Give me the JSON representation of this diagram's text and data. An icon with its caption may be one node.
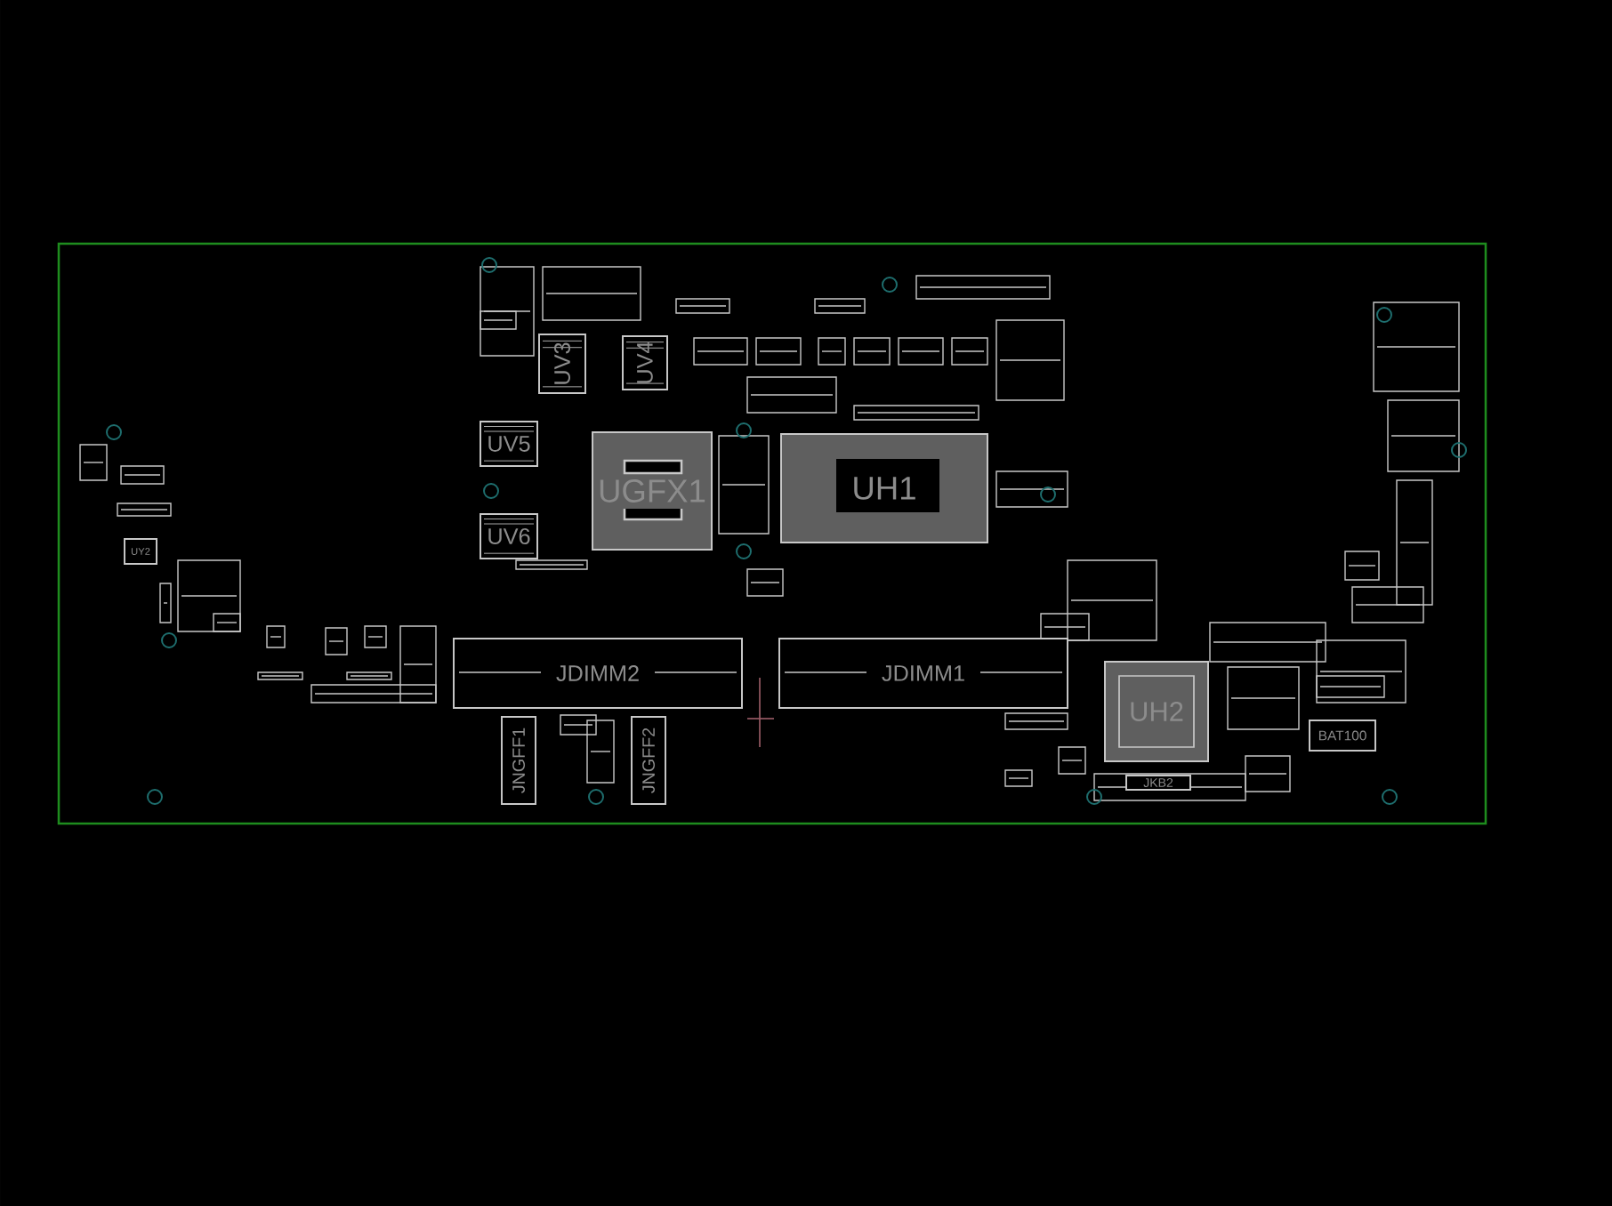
{
  "diagram": {
    "nodes": [
      {
        "text": [],
        "shape": "box"
      },
      {
        "text": [
          "UV3"
        ],
        "in": 0
      },
      {
        "text": [
          "UV4"
        ],
        "in": 0
      },
      {
        "text": [
          "UV5"
        ],
        "in": 0
      },
      {
        "text": [
          "UGFX1"
        ],
        "in": 0
      },
      {
        "text": [
          "UH1"
        ],
        "in": 0
      },
      {
        "text": [
          "UV6"
        ],
        "in": 0
      },
      {
        "text": [
          "UY2"
        ],
        "in": 0
      },
      {
        "text": [
          "JDIMM2"
        ],
        "in": 0
      },
      {
        "text": [
          "JDIMM1"
        ],
        "in": 0
      },
      {
        "text": [
          "UH2"
        ],
        "in": 0
      },
      {
        "text": [
          "BAT100"
        ],
        "in": 0
      },
      {
        "text": [
          "JNGFF1"
        ],
        "in": 0
      },
      {
        "text": [
          "JNGFF2"
        ],
        "in": 0
      },
      {
        "text": [
          "JKB2"
        ],
        "in": 0
      }
    ]
  }
}
